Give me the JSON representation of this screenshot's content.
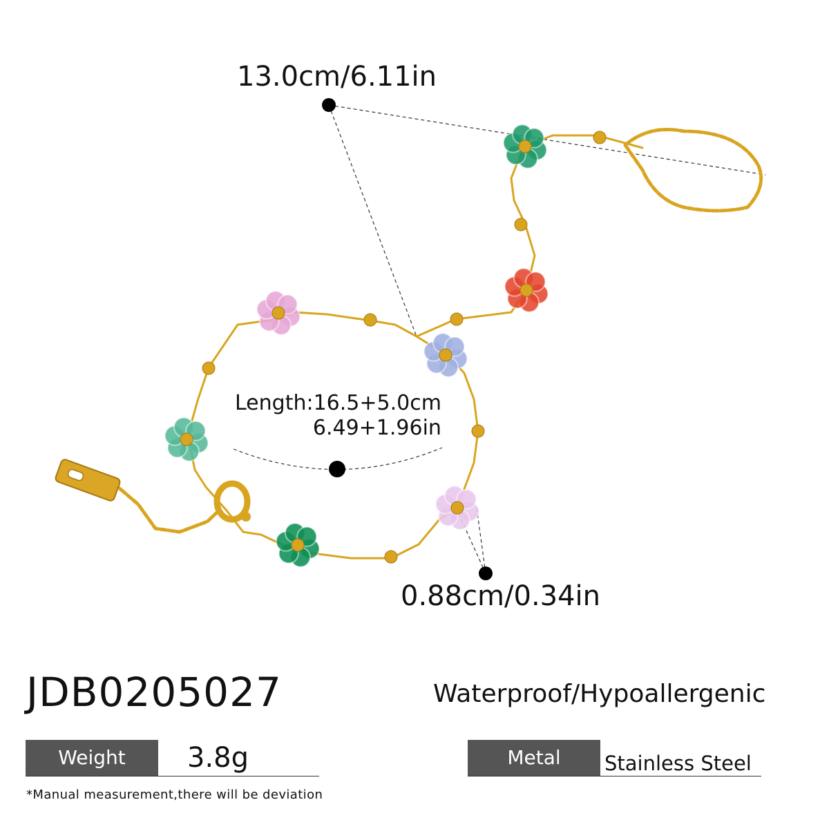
{
  "measurements": {
    "ring": "13.0cm/6.11in",
    "length_cm": "Length:16.5+5.0cm",
    "length_in": "6.49+1.96in",
    "flower": "0.88cm/0.34in"
  },
  "product": {
    "sku": "JDB0205027",
    "features": "Waterproof/Hypoallergenic"
  },
  "specs": {
    "weight_label": "Weight",
    "weight_value": "3.8g",
    "metal_label": "Metal",
    "metal_value": "Stainless Steel"
  },
  "note": "*Manual measurement,there will be deviation",
  "colors": {
    "gold": "#d9a520",
    "spec_label_bg": "#555555",
    "flower_green": "#1f9a6a",
    "flower_red": "#e4472e",
    "flower_pink": "#e6a6d6",
    "flower_blue": "#9fb0e0",
    "flower_mint": "#55b898",
    "flower_lilac": "#e8c6ec"
  },
  "flowers": [
    {
      "color": "#1f9a6a"
    },
    {
      "color": "#e4472e"
    },
    {
      "color": "#9fb0e0"
    },
    {
      "color": "#e6a6d6"
    },
    {
      "color": "#55b898"
    },
    {
      "color": "#0e8e55"
    },
    {
      "color": "#e8c6ec"
    }
  ]
}
